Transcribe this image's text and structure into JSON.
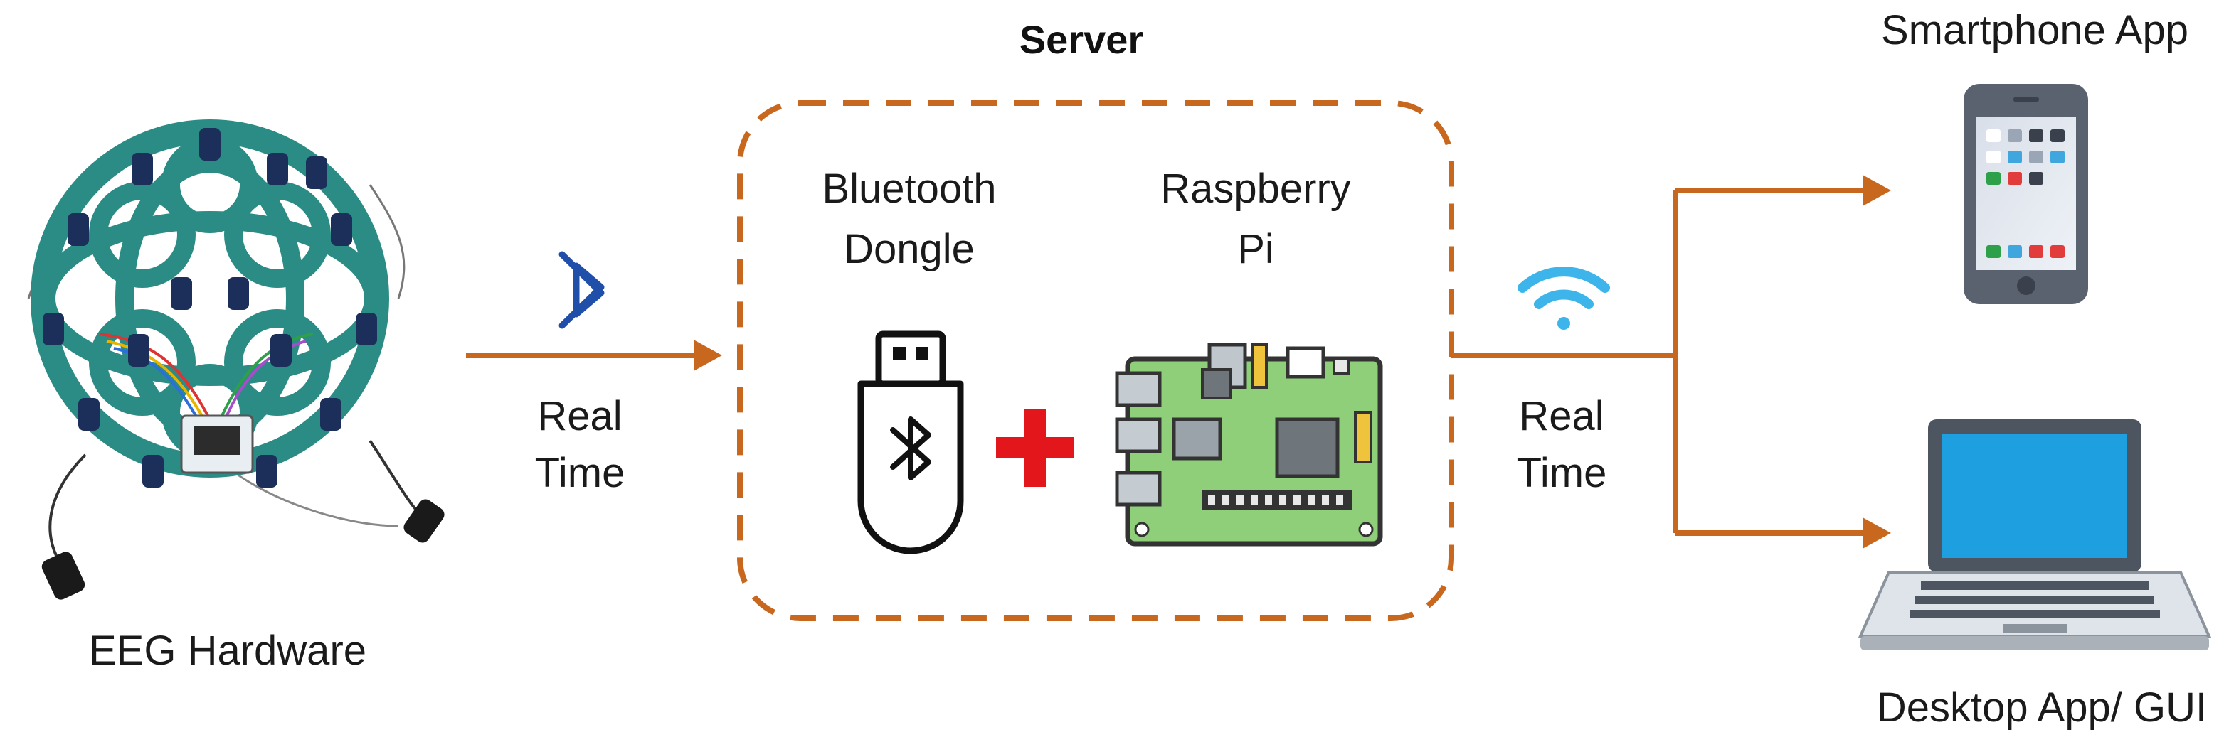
{
  "server": {
    "title": "Server",
    "bluetooth_label_line1": "Bluetooth",
    "bluetooth_label_line2": "Dongle",
    "pi_label_line1": "Raspberry",
    "pi_label_line2": "Pi"
  },
  "eeg": {
    "label": "EEG Hardware"
  },
  "link_bluetooth": {
    "line1": "Real",
    "line2": "Time",
    "icon": "bluetooth-icon"
  },
  "link_wifi": {
    "line1": "Real",
    "line2": "Time",
    "icon": "wifi-icon"
  },
  "smartphone": {
    "label": "Smartphone App"
  },
  "desktop": {
    "label": "Desktop App/ GUI"
  },
  "colors": {
    "arrow": "#c8671e",
    "plus": "#e3161b",
    "bluetooth": "#1f4fa8",
    "wifi": "#3db5ea",
    "headset": "#2a8c84",
    "screen": "#1e9fe0"
  }
}
